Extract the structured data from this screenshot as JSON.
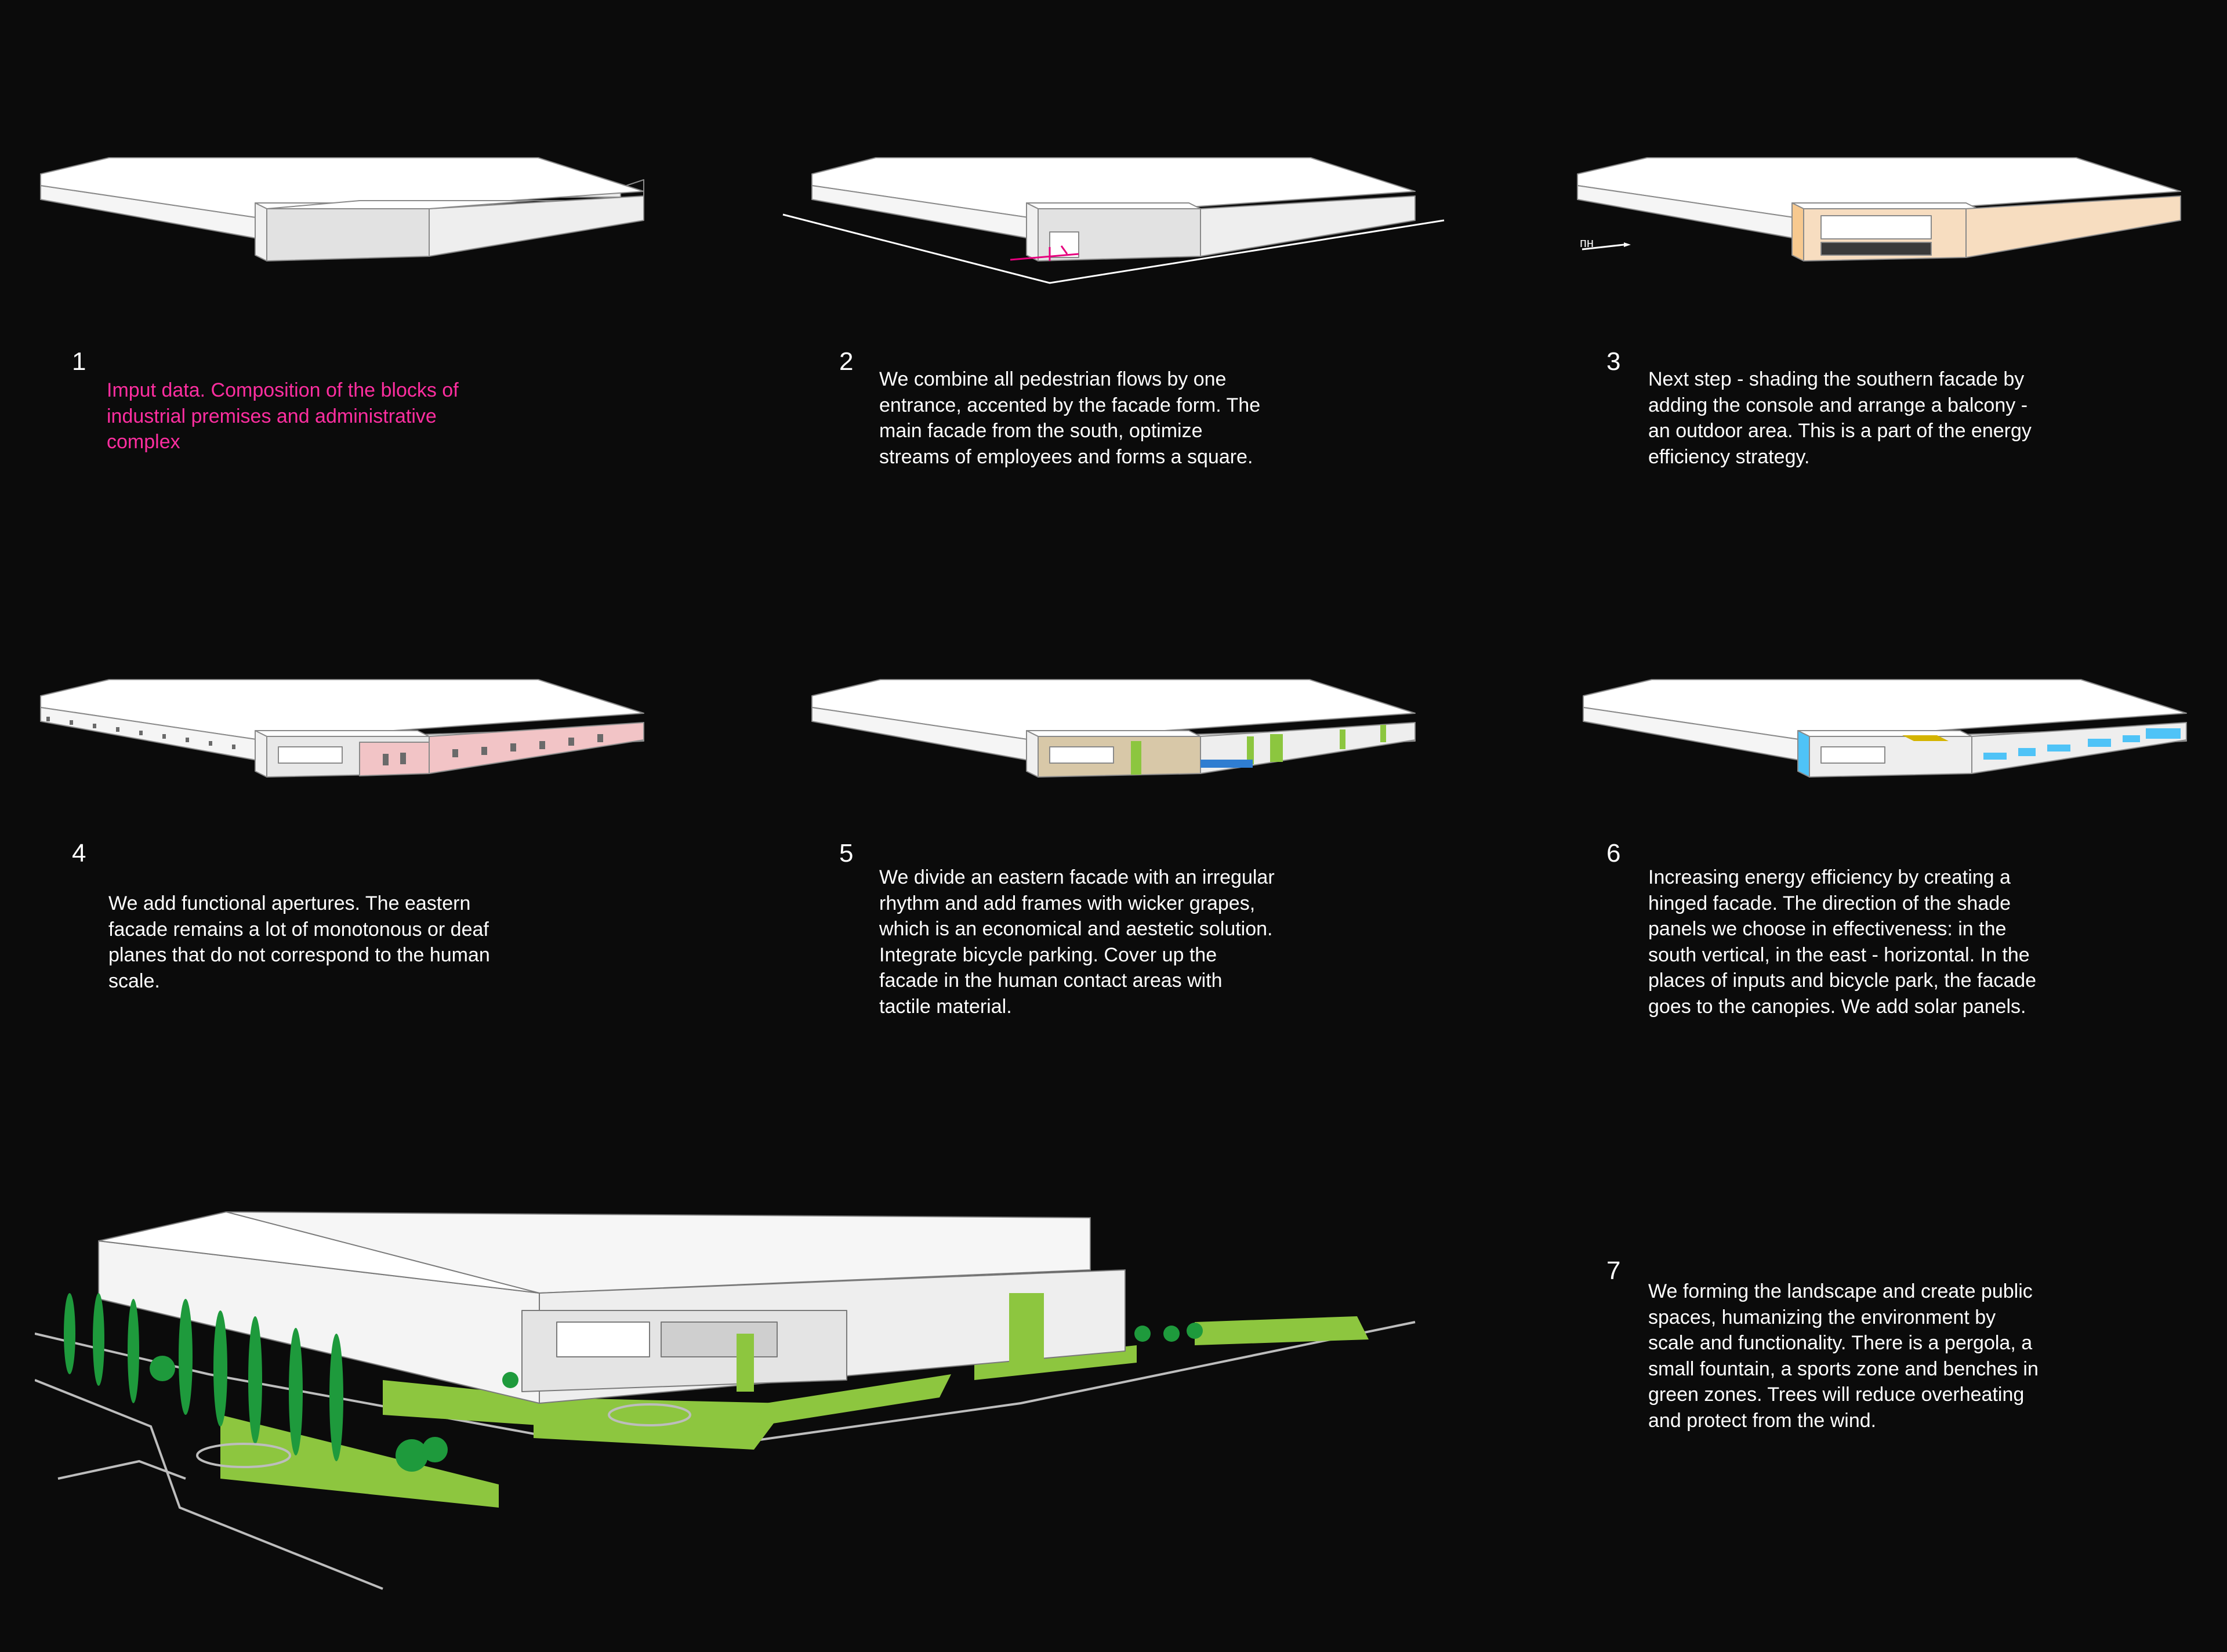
{
  "colors": {
    "background": "#0b0b0b",
    "text": "#ffffff",
    "accent_text": "#e6007e",
    "step3_shading": "#f7ddc0",
    "step4_facade": "#f2c4c6",
    "step5_frames": "#8cc63f",
    "step6_panels": "#4fc3f7",
    "step7_greenery": "#8dc63f"
  },
  "steps": [
    {
      "number": "1",
      "lines": [
        "Imput data. Composition of the blocks of",
        "industrial premises and administrative",
        "complex"
      ]
    },
    {
      "number": "2",
      "lines": [
        "We combine all pedestrian flows by one",
        "entrance, accented by the facade form. The",
        "main facade from the south, optimize",
        "streams of employees and forms a square."
      ]
    },
    {
      "number": "3",
      "lines": [
        "Next step - shading the southern facade by",
        "adding the console and arrange a balcony -",
        "an outdoor area. This is a part of the energy",
        "efficiency strategy."
      ],
      "compass_label": "пн"
    },
    {
      "number": "4",
      "lines": [
        "We add functional apertures. The eastern",
        "facade remains a lot of monotonous or deaf",
        "planes that do not correspond to the human",
        "scale."
      ]
    },
    {
      "number": "5",
      "lines": [
        "We divide an eastern facade with an irregular",
        "rhythm and add frames with wicker grapes,",
        "which is an economical and aestetic solution.",
        "Integrate bicycle parking. Cover up the",
        "facade in the human contact areas with",
        "tactile material."
      ]
    },
    {
      "number": "6",
      "lines": [
        "Increasing energy efficiency by creating a",
        "hinged facade. The direction of the shade",
        "panels we choose in effectiveness: in the",
        "south vertical, in the east - horizontal. In the",
        "places of inputs and bicycle park, the facade",
        "goes to the canopies. We add solar panels."
      ]
    },
    {
      "number": "7",
      "lines": [
        "We forming the landscape and create public",
        "spaces, humanizing the environment by",
        "scale and functionality. There is a pergola, a",
        "small fountain, a sports zone and benches in",
        "green zones. Trees will reduce overheating",
        "and protect from the wind."
      ]
    }
  ]
}
